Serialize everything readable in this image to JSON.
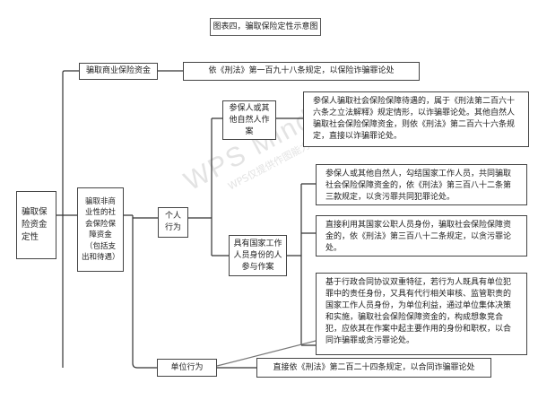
{
  "title": "图表四，骗取保险定性示意图",
  "root": "骗取保险资金定性",
  "branch_commercial": {
    "label": "骗取商业保险资金",
    "result": "依《刑法》第一百九十八条规定，以保险诈骗罪论处"
  },
  "branch_social": {
    "label": "骗取非商业性的社会保险保障资金（包括支出和待遇）",
    "individual": {
      "label": "个人行为",
      "insured": {
        "label": "参保人或其他自然人作案",
        "result": "参保人骗取社会保险保障待遇的，属于《刑法第二百六十六条之立法解释》规定情形，以诈骗罪论处。其他自然人骗取社会保险保障资金，则依《刑法》第二百六十六条规定，直接以诈骗罪论处。"
      },
      "officials": {
        "label": "具有国家工作人员身份的人参与作案",
        "results": [
          "参保人或其他自然人，勾结国家工作人员，共同骗取社会保险保障资金的，依《刑法》第三百八十二条第三款规定，以贪污罪共同犯罪论处。",
          "直接利用其国家公职人员身份，骗取社会保险保障资金的，依《刑法》第三百八十二条规定，以贪污罪论处。",
          "基于行政合同协议双重特征，若行为人既具有单位犯罪中的责任身份，又具有代行相关审核、监管职责的国家工作人员身份，为单位利益，通过单位集体决策和实施，骗取社会保险保障资金的，构成想象竞合犯，应依其在作案中起主要作用的身份和职权，以合同诈骗罪或贪污罪论处。"
        ]
      }
    },
    "unit": {
      "label": "单位行为",
      "result": "直接依《刑法》第二百二十四条规定，以合同诈骗罪论处"
    }
  },
  "watermark": {
    "main": "WPS Mind",
    "sub": "WPS仅提供作图能力"
  }
}
